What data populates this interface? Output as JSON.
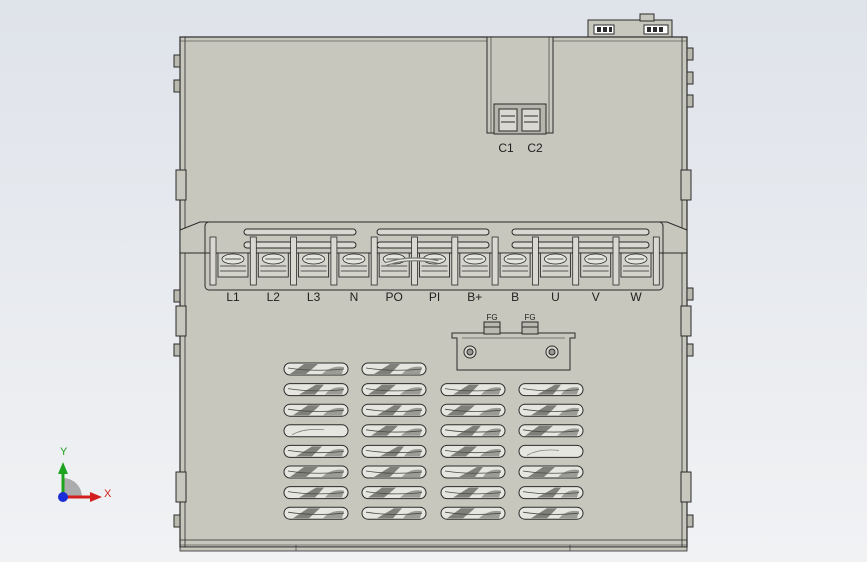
{
  "view": {
    "body_color": "#c7c7bd",
    "line_color": "#2b2b2b",
    "background_top": "#dfe3ea",
    "background_bottom": "#f1f2f4"
  },
  "control_terminals": [
    "C1",
    "C2"
  ],
  "power_terminals": [
    "L1",
    "L2",
    "L3",
    "N",
    "PO",
    "PI",
    "B+",
    "B",
    "U",
    "V",
    "W"
  ],
  "ground_terminals": [
    "FG",
    "FG"
  ],
  "vents": {
    "columns": 4,
    "rows": 8
  },
  "axes": {
    "y_label": "Y",
    "x_label": "X",
    "y_color": "#1ea31e",
    "x_color": "#d21e1e",
    "origin_color": "#1a2bd8"
  }
}
